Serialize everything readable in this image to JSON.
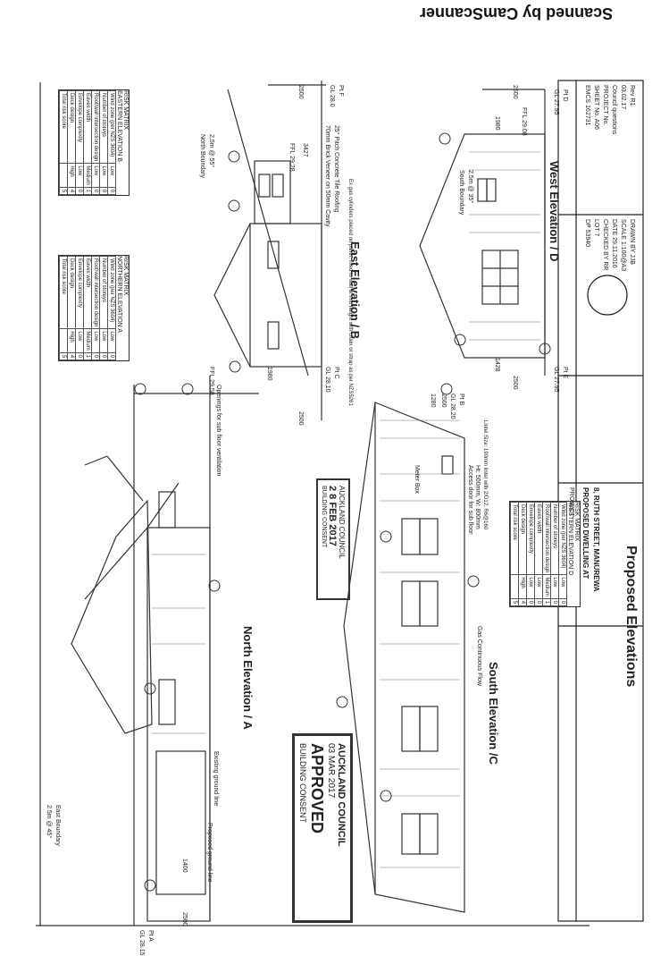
{
  "scanner_banner": "Scanned by CamScanner",
  "elevations": {
    "north": "North Elevation / A",
    "east": "East Elevation / B",
    "south": "South Elevation /C",
    "west": "West Elevation / D"
  },
  "risk_matrix_b": {
    "title1": "RISK MATRIX",
    "title2": "EASTERN ELEVATION B",
    "rows": [
      [
        "Wind zone (per NZS 3604)",
        "Low",
        "0"
      ],
      [
        "Number of storeys",
        "Low",
        "0"
      ],
      [
        "Roof/wall intersection design",
        "Low",
        "0"
      ],
      [
        "Eaves width",
        "Medium",
        "1"
      ],
      [
        "Envelope complexity",
        "Low",
        "0"
      ],
      [
        "Deck design",
        "High",
        "4"
      ]
    ],
    "total_label": "Total risk score",
    "total": "5"
  },
  "risk_matrix_a": {
    "title1": "RISK MATRIX",
    "title2": "NORTHERN ELEVATION A",
    "rows": [
      [
        "Wind zone (per NZS 3604)",
        "Low",
        "0"
      ],
      [
        "Number of storeys",
        "Low",
        "0"
      ],
      [
        "Roof/wall intersection design",
        "Low",
        "0"
      ],
      [
        "Eaves width",
        "Medium",
        "1"
      ],
      [
        "Envelope complexity",
        "Low",
        "0"
      ],
      [
        "Deck design",
        "High",
        "4"
      ]
    ],
    "total_label": "Total risk score",
    "total": "5"
  },
  "risk_matrix_d": {
    "title1": "RISK MATRIX",
    "title2": "WESTERN ELEVATION D",
    "rows": [
      [
        "Wind zone (per NZS 3604)",
        "Low",
        "0"
      ],
      [
        "Number of storeys",
        "Low",
        "0"
      ],
      [
        "Roof/wall intersection design",
        "Medium",
        "1"
      ],
      [
        "Eaves width",
        "Low",
        "0"
      ],
      [
        "Envelope complexity",
        "Low",
        "0"
      ],
      [
        "Deck design",
        "High",
        "4"
      ]
    ],
    "total_label": "Total risk score",
    "total": "5"
  },
  "notes": {
    "north_boundary": "North Boundary",
    "north_boundary_dim": "2.5m @ 55°",
    "south_boundary": "South Boundary",
    "south_boundary_dim": "2.5m @ 35°",
    "east_boundary": "East Boundary",
    "east_boundary_dim": "2.5m @ 45°",
    "brick_veneer": "70mm Brick Veneer on 50mm Cavity",
    "pitch_tile": "25° Pitch Concrete Tile Roofing",
    "subfloor_vent": "Openings for sub floor ventilation",
    "gas_cylinders": "Ex gas cylinders placed on plinth, fixed to wall at mid height with chain or strap as per NZS5261",
    "gas_flow": "Gas Continuous Flow",
    "meter_box": "Meter Box",
    "access_door": "Access door for sub floor",
    "access_door_size": "Ht: 500mm, W: 800mm",
    "lintel": "Lintel Size: 190mm lintel with 2/D12, R6@160",
    "existing_ground": "Existing ground line",
    "proposed_ground": "Proposed ground line",
    "ffl_1": "FFL 29.58",
    "ffl_2": "FFL 29.08",
    "ffl_3": "FFL 29.28",
    "gl_1": "GL 28.15",
    "gl_2": "GL 28.20",
    "gl_3": "GL 27.95",
    "gl_4": "GL 28.0",
    "gl_5": "GL 28.10",
    "dim_2500": "2500",
    "dim_1980": "1980",
    "dim_1400": "1400",
    "dim_3427": "3427",
    "dim_1280": "1280",
    "dim_1428": "1428",
    "pt_a": "Pt A",
    "pt_b": "Pt B",
    "pt_c": "Pt C",
    "pt_d": "Pt D",
    "pt_e": "Pt E",
    "pt_f": "Pt F"
  },
  "stamps": {
    "council": "AUCKLAND COUNCIL",
    "date_mar": "03 MAR 2017",
    "approved": "APPROVED",
    "building_consent": "BUILDING CONSENT",
    "date_feb": "2 8 FEB 2017",
    "council_small": "AUCKLAND COUNCIL",
    "building_consent_small": "BUILDING CONSENT"
  },
  "title_block": {
    "drawing_title": "Proposed Elevations",
    "project_label": "PROJECT",
    "project_line1": "PROPOSED DWELLING AT",
    "project_line2": "8, RUTH STREET, MANUREWA",
    "drawn_by_label": "DRAWN BY",
    "drawn_by": "JJB",
    "scale_label": "SCALE",
    "scale": "1:100@A3",
    "date_label": "DATE",
    "date": "29.11.2016",
    "checked_label": "CHECKED BY",
    "checked": "RR",
    "lot_label": "LOT",
    "lot": "7",
    "dp_label": "DP",
    "dp": "53940",
    "project_no_label": "PROJECT No.",
    "sheet_label": "SHEET No.",
    "sheet": "A06",
    "rev_label": "Rev",
    "rev": "R1",
    "rev_date": "03.02.17",
    "rev_desc": "Council questions",
    "doc_no": "EMCS 162731"
  }
}
